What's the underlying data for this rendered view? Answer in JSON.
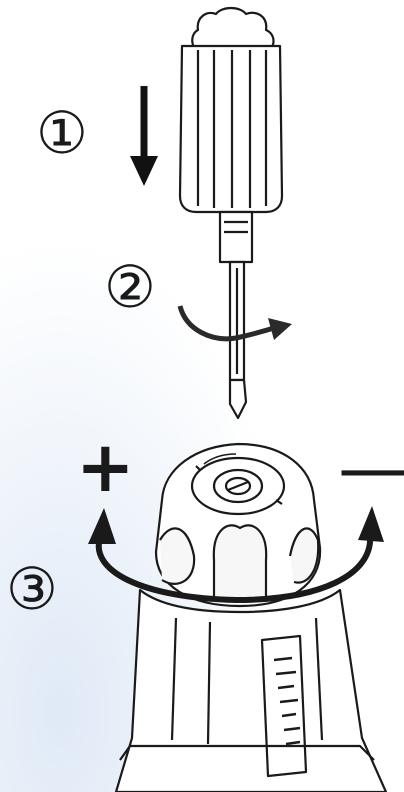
{
  "steps": [
    {
      "label": "①"
    },
    {
      "label": "②"
    },
    {
      "label": "③"
    }
  ],
  "adjust": {
    "increase_symbol": "+",
    "decrease_symbol": "—"
  }
}
